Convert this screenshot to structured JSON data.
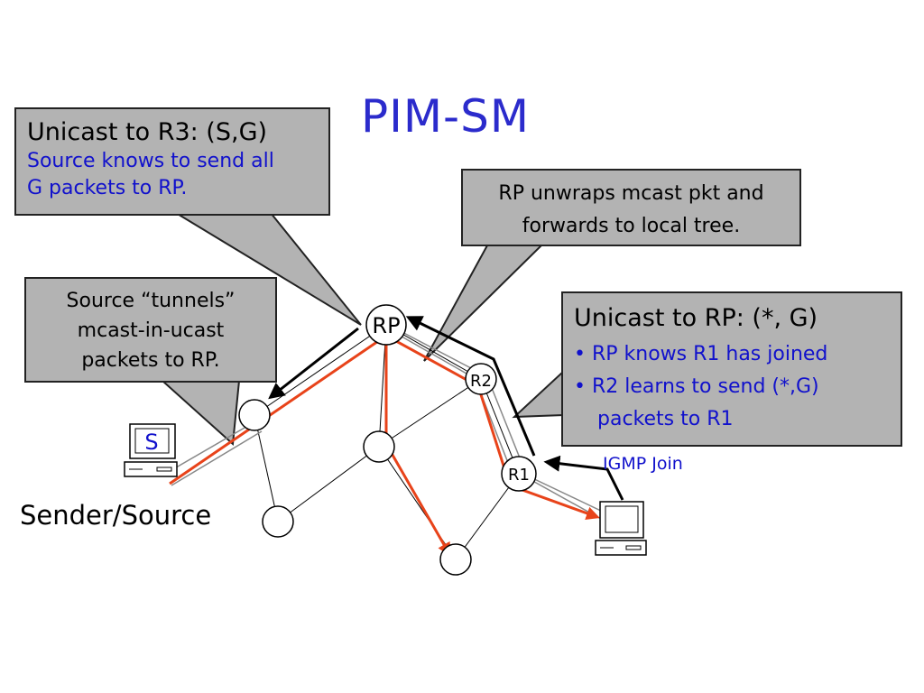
{
  "title": "PIM-SM",
  "callouts": {
    "r3": {
      "heading": "Unicast to R3: (S,G)",
      "line1": "Source knows to send all",
      "line2": "G packets to RP."
    },
    "rp_unwrap": {
      "line1": "RP unwraps mcast pkt and",
      "line2": "forwards to local tree."
    },
    "tunnel": {
      "line1": "Source “tunnels”",
      "line2": "mcast-in-ucast",
      "line3": "packets to RP."
    },
    "rp_unicast": {
      "heading": "Unicast to RP: (*, G)",
      "bullet1": "• RP knows R1 has joined",
      "bullet2": "• R2 learns to send (*,G)",
      "bullet2_cont": "packets to R1"
    }
  },
  "nodes": {
    "rp": "RP",
    "r2": "R2",
    "r1": "R1",
    "source_screen": "S"
  },
  "labels": {
    "sender": "Sender/Source",
    "igmp": "IGMP Join"
  },
  "colors": {
    "title": "#2b2bcc",
    "blue_text": "#1111cc",
    "callout_fill": "#b3b3b3",
    "multicast_path": "#e8431a",
    "tunnel_outline": "#888888"
  }
}
